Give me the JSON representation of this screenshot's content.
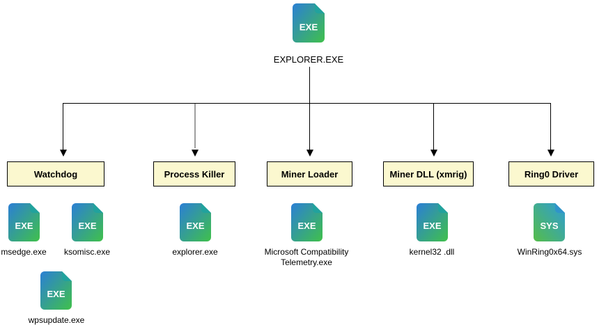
{
  "diagram": {
    "root": {
      "badge": "EXE",
      "label": "EXPLORER.EXE"
    },
    "groups": [
      {
        "title": "Watchdog"
      },
      {
        "title": "Process Killer"
      },
      {
        "title": "Miner Loader"
      },
      {
        "title": "Miner DLL (xmrig)"
      },
      {
        "title": "Ring0 Driver"
      }
    ],
    "files": [
      {
        "badge": "EXE",
        "name": "msedge.exe"
      },
      {
        "badge": "EXE",
        "name": "ksomisc.exe"
      },
      {
        "badge": "EXE",
        "name": "wpsupdate.exe"
      },
      {
        "badge": "EXE",
        "name": "explorer.exe"
      },
      {
        "badge": "EXE",
        "name": "Microsoft Compatibility Telemetry.exe"
      },
      {
        "badge": "EXE",
        "name": "kernel32 .dll"
      },
      {
        "badge": "SYS",
        "name": "WinRing0x64.sys"
      }
    ],
    "colors": {
      "box_fill": "#fbf8cf",
      "box_border": "#000000",
      "connector": "#000000",
      "connector_gray": "#9e9e9e",
      "exe_gradient_start": "#2b7fd5",
      "exe_gradient_end": "#40c04b",
      "exe_fold": "#21a29d",
      "sys_gradient_start": "#55bd49",
      "sys_gradient_end": "#2f9cd6",
      "sys_fold": "#2f94c9"
    }
  }
}
